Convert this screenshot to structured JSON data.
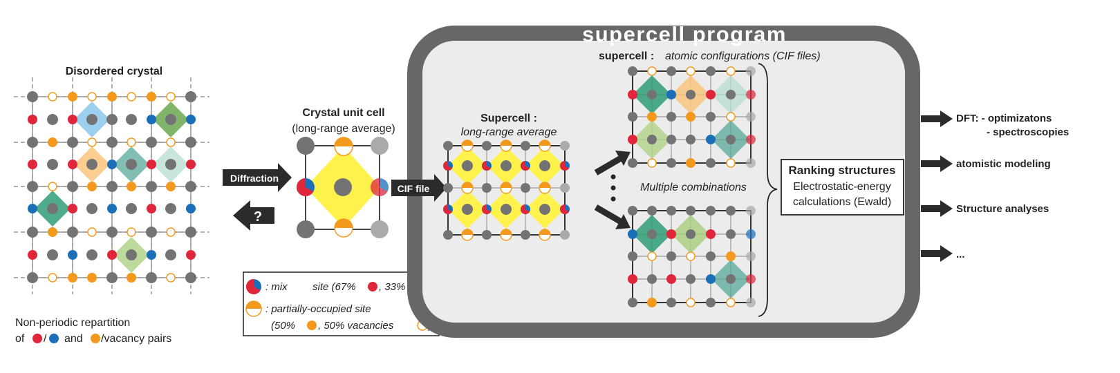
{
  "colors": {
    "red": "#e0263a",
    "blue": "#1a6fb8",
    "orange": "#f39a1e",
    "gray": "#737373",
    "light_gray": "#aaaaaa",
    "dark_box": "#676767",
    "panel": "#ececec",
    "yellow": "#fff24d"
  },
  "disordered": {
    "title": "Disordered crystal",
    "caption_line1": "Non-periodic repartition",
    "caption_prefix": "of",
    "caption_and": "and",
    "caption_suffix": "/vacancy pairs"
  },
  "arrows": {
    "diffraction": "Diffraction",
    "question": "?",
    "cif_file": "CIF file"
  },
  "unit_cell": {
    "title": "Crystal unit cell",
    "subtitle": "(long-range average)"
  },
  "legend": {
    "mix_label": ": mix",
    "mix_site": "site (67%",
    "mix_mid": ", 33%",
    "mix_end": ")",
    "partial_label": ": partially-occupied site",
    "partial_pct": "(50%",
    "partial_mid": ", 50% vacancies",
    "partial_end": ")"
  },
  "program": {
    "title": "supercell program",
    "supercell_title": "Supercell :",
    "supercell_subtitle": "long-range average",
    "configs_bold": "supercell :",
    "configs_italic": "atomic configurations (CIF files)",
    "dots": "⋮",
    "multiple": "Multiple combinations",
    "ranking_title": "Ranking structures",
    "ranking_line2": "Electrostatic-energy",
    "ranking_line3": "calculations (Ewald)"
  },
  "outputs": {
    "dft": "DFT: - optimizatons",
    "dft2": "- spectroscopies",
    "atomistic": "atomistic modeling",
    "structure": "Structure analyses",
    "ellipsis": "..."
  }
}
